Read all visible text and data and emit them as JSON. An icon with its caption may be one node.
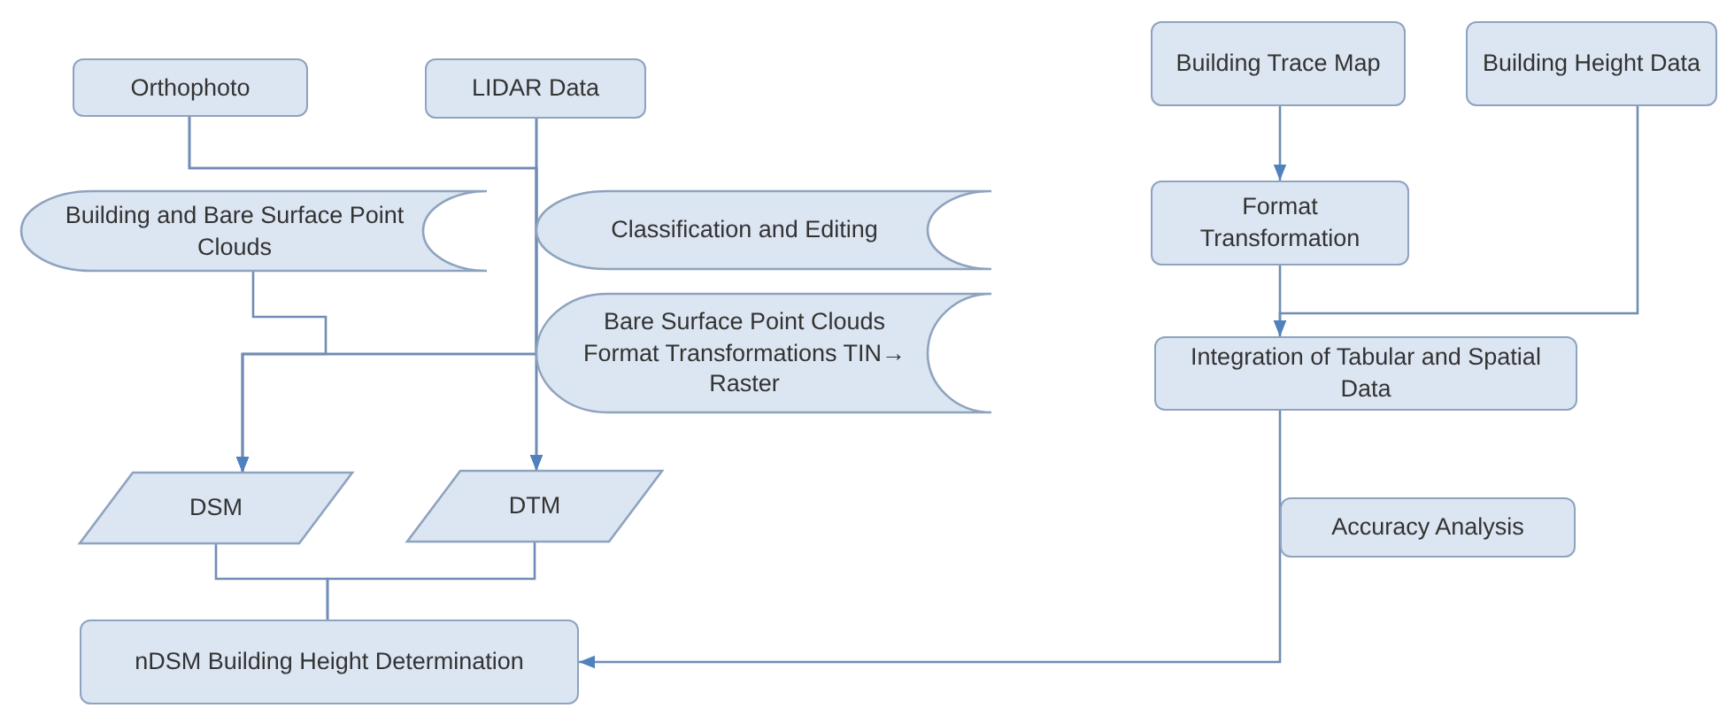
{
  "diagram": {
    "nodes": [
      {
        "text": [
          "Orthophoto"
        ]
      },
      {
        "text": [
          "LIDAR Data"
        ]
      },
      {
        "text": [
          "Building and Bare Surface Point Clouds"
        ]
      },
      {
        "text": [
          "Classification and Editing"
        ]
      },
      {
        "text": [
          "Bare Surface Point Clouds Format Transformations TIN→ Raster"
        ]
      },
      {
        "text": [
          "Building Trace Map"
        ]
      },
      {
        "text": [
          "Building Height Data"
        ]
      },
      {
        "text": [
          "Format Transformation"
        ]
      },
      {
        "text": [
          "Integration of Tabular and Spatial Data"
        ]
      },
      {
        "text": [
          "Accuracy Analysis"
        ]
      },
      {
        "text": [
          "DSM"
        ]
      },
      {
        "text": [
          "DTM"
        ]
      },
      {
        "text": [
          "nDSM Building Height Determination"
        ]
      }
    ],
    "edges": [
      {
        "from": 0,
        "to": 10,
        "arrow": "to"
      },
      {
        "from": 0,
        "to": 11,
        "arrow": "to"
      },
      {
        "from": 1,
        "to": 10,
        "arrow": "to"
      },
      {
        "from": 1,
        "to": 11,
        "arrow": "to"
      },
      {
        "from": 2,
        "to": 10,
        "arrow": "to"
      },
      {
        "from": 10,
        "to": 12,
        "arrow": "none"
      },
      {
        "from": 11,
        "to": 12,
        "arrow": "none"
      },
      {
        "from": 5,
        "to": 7,
        "arrow": "to"
      },
      {
        "from": 6,
        "to": 8,
        "arrow": "to"
      },
      {
        "from": 7,
        "to": 8,
        "arrow": "to"
      },
      {
        "from": 8,
        "to": 12,
        "arrow": "to"
      }
    ]
  }
}
